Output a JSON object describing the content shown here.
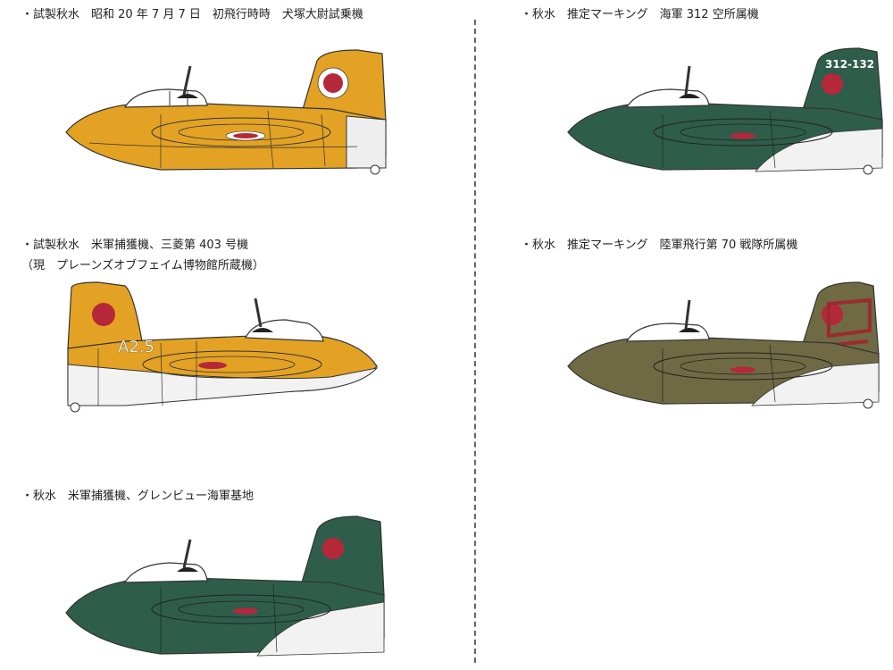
{
  "captions": {
    "p1": "・試製秋水　昭和 20 年 7 月 7 日　初飛行時時　犬塚大尉試乗機",
    "p2_line1": "・試製秋水　米軍捕獲機、三菱第 403 号機",
    "p2_line2": "（現　プレーンズオブフェイム博物館所蔵機）",
    "p3": "・秋水　米軍捕獲機、グレンビュー海軍基地",
    "p4": "・秋水　推定マーキング　海軍 312 空所属機",
    "p5": "・秋水　推定マーキング　陸軍飛行第 70 戦隊所属機"
  },
  "markings": {
    "p2_code": "A2.5",
    "p4_code": "312-132"
  },
  "colors": {
    "orange": "#e3a224",
    "navy_green": "#2f5d4c",
    "army_olive": "#6f6a44",
    "hinomaru": "#b5283a",
    "white": "#ffffff",
    "white_band": "#eeeeee",
    "army_stripe": "#9c2a2f"
  }
}
